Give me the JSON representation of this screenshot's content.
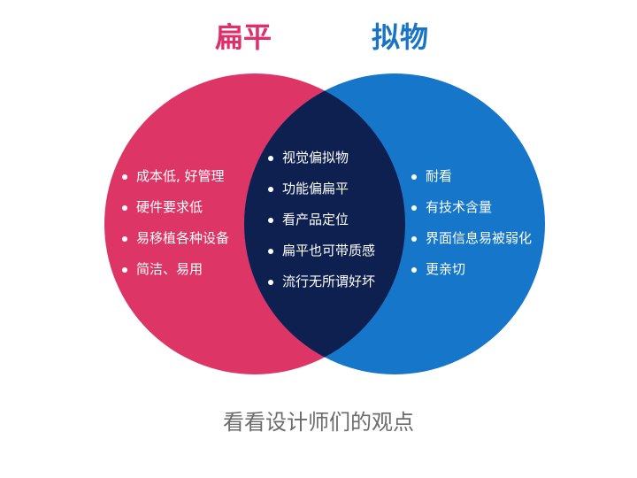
{
  "colors": {
    "left_circle": "#DC3566",
    "right_circle": "#1676C9",
    "overlap": "#0E2050",
    "left_title": "#E0306A",
    "right_title": "#1A74C6",
    "caption": "#6B6B6B"
  },
  "left_set": {
    "title": "扁平",
    "items": [
      "成本低, 好管理",
      "硬件要求低",
      "易移植各种设备",
      "简洁、易用"
    ]
  },
  "right_set": {
    "title": "拟物",
    "items": [
      "耐看",
      "有技术含量",
      "界面信息易被弱化",
      "更亲切"
    ]
  },
  "overlap": {
    "items": [
      "视觉偏拟物",
      "功能偏扁平",
      "看产品定位",
      "扁平也可带质感",
      "流行无所谓好坏"
    ]
  },
  "caption": "看看设计师们的观点"
}
